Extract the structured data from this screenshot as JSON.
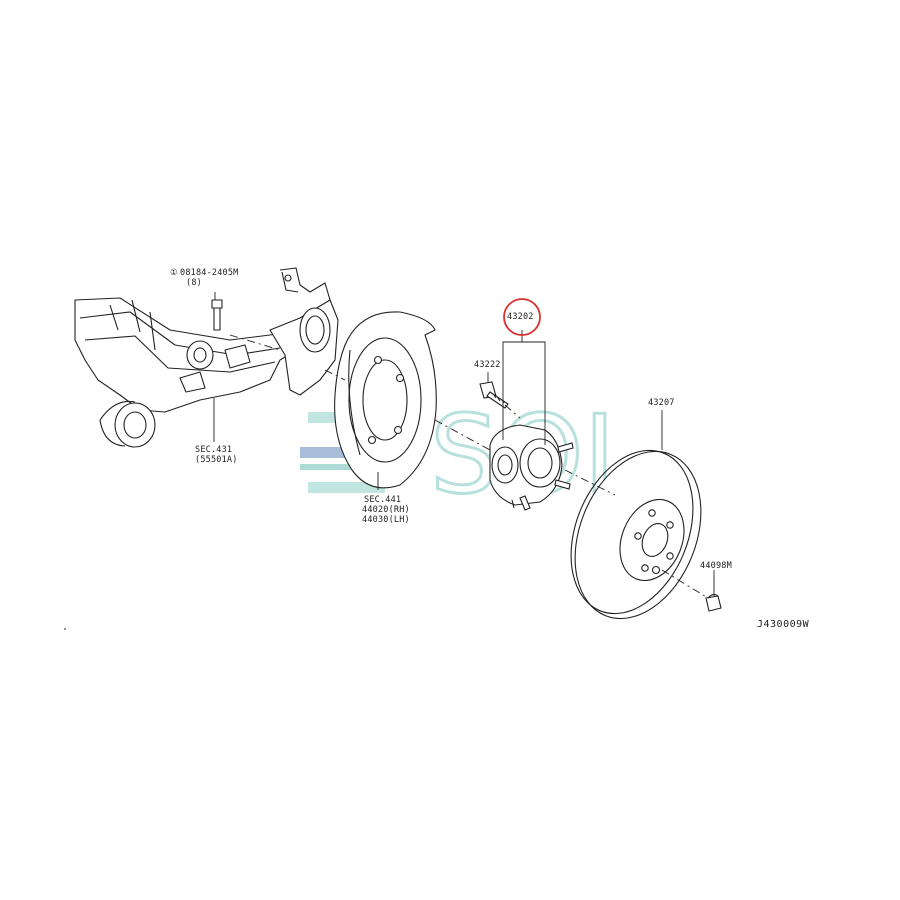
{
  "diagram": {
    "code": "J430009W",
    "parts": {
      "bolt_top": {
        "line1": "08184-2405M",
        "line2": "(8)",
        "marker": "①"
      },
      "suspension": {
        "line1": "SEC.431",
        "line2": "(55501A)"
      },
      "backing_plate": {
        "line1": "SEC.441",
        "line2": "44020(RH)",
        "line3": "44030(LH)"
      },
      "hub_assembly": {
        "label": "43202",
        "highlight_color": "#d9302c"
      },
      "hub_bolt": {
        "label": "43222"
      },
      "disc_rotor": {
        "label": "43207"
      },
      "rotor_screw": {
        "label": "44098M"
      }
    },
    "watermark": {
      "text": "SOL",
      "color": "#7fc9c3",
      "accent_blue": "#2b5f9e",
      "accent_teal": "#6fbfb6"
    }
  }
}
